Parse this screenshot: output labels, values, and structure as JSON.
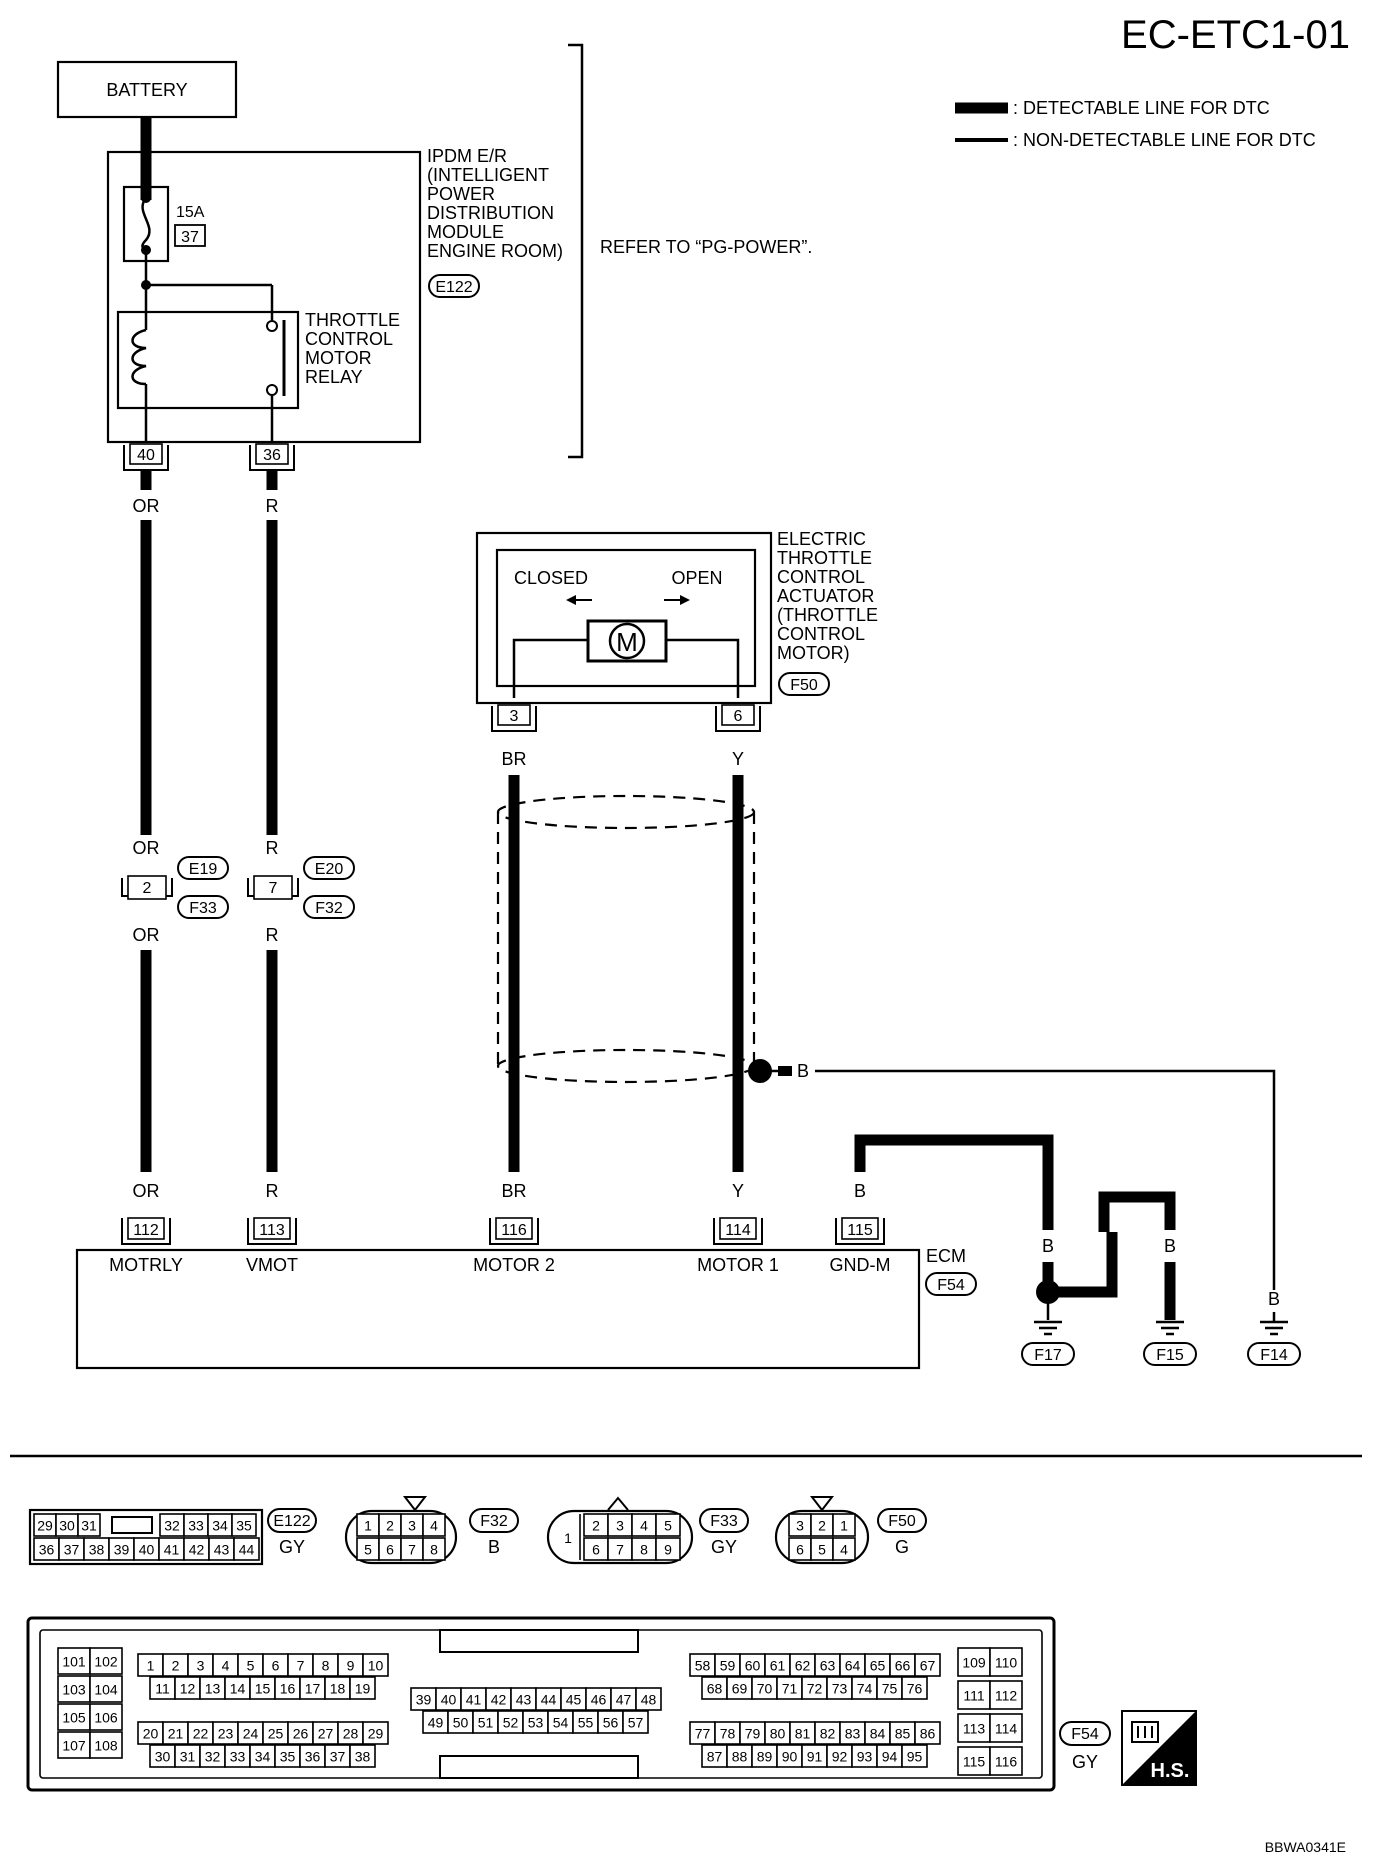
{
  "diagram_id": "EC-ETC1-01",
  "footer_code": "BBWA0341E",
  "legend": {
    "detectable": ": DETECTABLE LINE FOR DTC",
    "non_detectable": ": NON-DETECTABLE LINE FOR DTC"
  },
  "battery": {
    "label": "BATTERY"
  },
  "ipdm": {
    "lines": [
      "IPDM E/R",
      "(INTELLIGENT",
      "POWER",
      "DISTRIBUTION",
      "MODULE",
      "ENGINE ROOM)"
    ],
    "connector": "E122",
    "fuse_rating": "15A",
    "fuse_number": "37",
    "relay_lines": [
      "THROTTLE",
      "CONTROL",
      "MOTOR",
      "RELAY"
    ],
    "pin_left": "40",
    "pin_right": "36"
  },
  "refer_note": "REFER TO “PG-POWER”.",
  "actuator": {
    "lines": [
      "ELECTRIC",
      "THROTTLE",
      "CONTROL",
      "ACTUATOR",
      "(THROTTLE",
      "CONTROL",
      "MOTOR)"
    ],
    "connector": "F50",
    "closed": "CLOSED",
    "open": "OPEN",
    "motor": "M",
    "pin_left": "3",
    "pin_right": "6"
  },
  "wires": {
    "or": "OR",
    "r": "R",
    "br": "BR",
    "y": "Y",
    "b": "B"
  },
  "joint_connectors": {
    "left_pin": "2",
    "left_top": "E19",
    "left_bottom": "F33",
    "right_pin": "7",
    "right_top": "E20",
    "right_bottom": "F32"
  },
  "ecm": {
    "label": "ECM",
    "connector": "F54",
    "terminals": [
      {
        "pin": "112",
        "name": "MOTRLY"
      },
      {
        "pin": "113",
        "name": "VMOT"
      },
      {
        "pin": "116",
        "name": "MOTOR 2"
      },
      {
        "pin": "114",
        "name": "MOTOR 1"
      },
      {
        "pin": "115",
        "name": "GND-M"
      }
    ]
  },
  "grounds": [
    "F17",
    "F15",
    "F14"
  ],
  "connector_views": {
    "e122": {
      "id": "E122",
      "color": "GY",
      "top": [
        "29",
        "30",
        "31",
        "",
        "32",
        "33",
        "34",
        "35"
      ],
      "bottom": [
        "36",
        "37",
        "38",
        "39",
        "40",
        "41",
        "42",
        "43",
        "44"
      ]
    },
    "f32": {
      "id": "F32",
      "color": "B",
      "top": [
        "1",
        "2",
        "3",
        "4"
      ],
      "bottom": [
        "5",
        "6",
        "7",
        "8"
      ]
    },
    "f33": {
      "id": "F33",
      "color": "GY",
      "single": "1",
      "top": [
        "2",
        "3",
        "4",
        "5"
      ],
      "bottom": [
        "6",
        "7",
        "8",
        "9"
      ]
    },
    "f50": {
      "id": "F50",
      "color": "G",
      "top": [
        "3",
        "2",
        "1"
      ],
      "bottom": [
        "6",
        "5",
        "4"
      ]
    },
    "f54": {
      "id": "F54",
      "color": "GY",
      "left_pairs": [
        [
          "101",
          "102"
        ],
        [
          "103",
          "104"
        ],
        [
          "105",
          "106"
        ],
        [
          "107",
          "108"
        ]
      ],
      "g1_r1": [
        "1",
        "2",
        "3",
        "4",
        "5",
        "6",
        "7",
        "8",
        "9",
        "10"
      ],
      "g1_r2": [
        "11",
        "12",
        "13",
        "14",
        "15",
        "16",
        "17",
        "18",
        "19"
      ],
      "g1_r3": [
        "20",
        "21",
        "22",
        "23",
        "24",
        "25",
        "26",
        "27",
        "28",
        "29"
      ],
      "g1_r4": [
        "30",
        "31",
        "32",
        "33",
        "34",
        "35",
        "36",
        "37",
        "38"
      ],
      "g2_r1": [
        "39",
        "40",
        "41",
        "42",
        "43",
        "44",
        "45",
        "46",
        "47",
        "48"
      ],
      "g2_r2": [
        "49",
        "50",
        "51",
        "52",
        "53",
        "54",
        "55",
        "56",
        "57"
      ],
      "g3_r1": [
        "58",
        "59",
        "60",
        "61",
        "62",
        "63",
        "64",
        "65",
        "66",
        "67"
      ],
      "g3_r2": [
        "68",
        "69",
        "70",
        "71",
        "72",
        "73",
        "74",
        "75",
        "76"
      ],
      "g3_r3": [
        "77",
        "78",
        "79",
        "80",
        "81",
        "82",
        "83",
        "84",
        "85",
        "86"
      ],
      "g3_r4": [
        "87",
        "88",
        "89",
        "90",
        "91",
        "92",
        "93",
        "94",
        "95"
      ],
      "right_pairs": [
        [
          "109",
          "110"
        ],
        [
          "111",
          "112"
        ],
        [
          "113",
          "114"
        ],
        [
          "115",
          "116"
        ]
      ]
    }
  },
  "hs_badge": "H.S."
}
